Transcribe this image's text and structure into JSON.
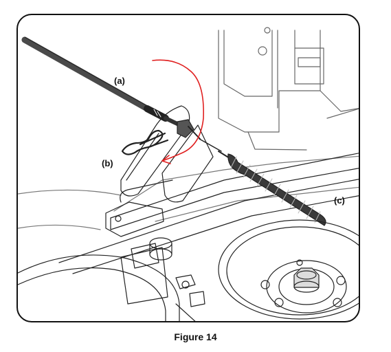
{
  "figure": {
    "caption": "Figure 14",
    "callouts": {
      "a": "(a)",
      "b": "(b)",
      "c": "(c)"
    },
    "colors": {
      "annotation_arrow": "#e02020",
      "line": "#222222",
      "cable": "#4a4a4a",
      "spring": "#3a3a3a"
    }
  }
}
